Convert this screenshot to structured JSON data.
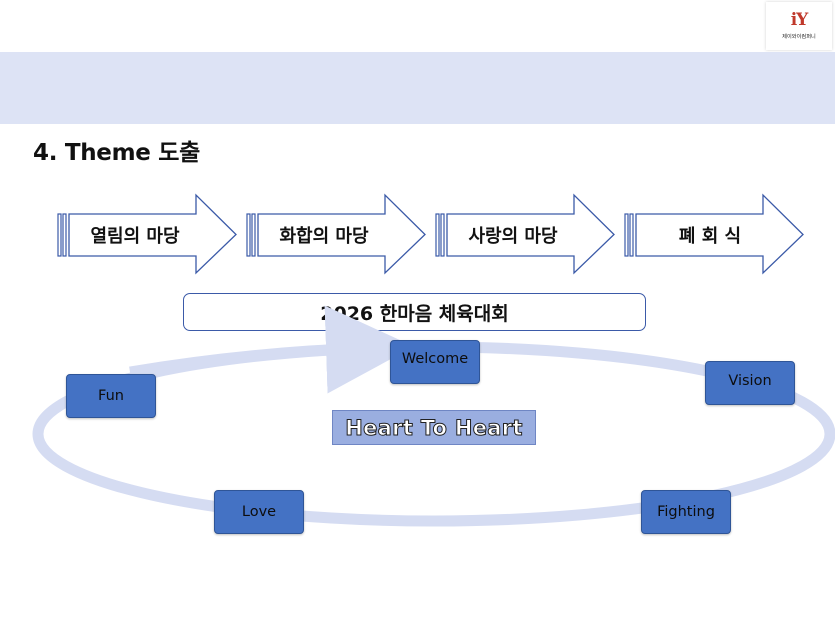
{
  "logo": {
    "mark": "iY",
    "text": "제이와이컴퍼니"
  },
  "title": "4. Theme 도출",
  "flow_steps": [
    {
      "label": "열림의 마당"
    },
    {
      "label": "화합의 마당"
    },
    {
      "label": "사랑의 마당"
    },
    {
      "label": "폐 회 식"
    }
  ],
  "event_title": "2026 한마음 체육대회",
  "cycle": {
    "center": "Heart To Heart",
    "nodes": [
      "Welcome",
      "Vision",
      "Fighting",
      "Love",
      "Fun"
    ]
  },
  "colors": {
    "band": "#dde3f5",
    "node_fill": "#4472c4",
    "arrow_stroke": "#3b5aa8",
    "ellipse": "#d5dcf2",
    "theme_fill": "#9aaee0"
  }
}
